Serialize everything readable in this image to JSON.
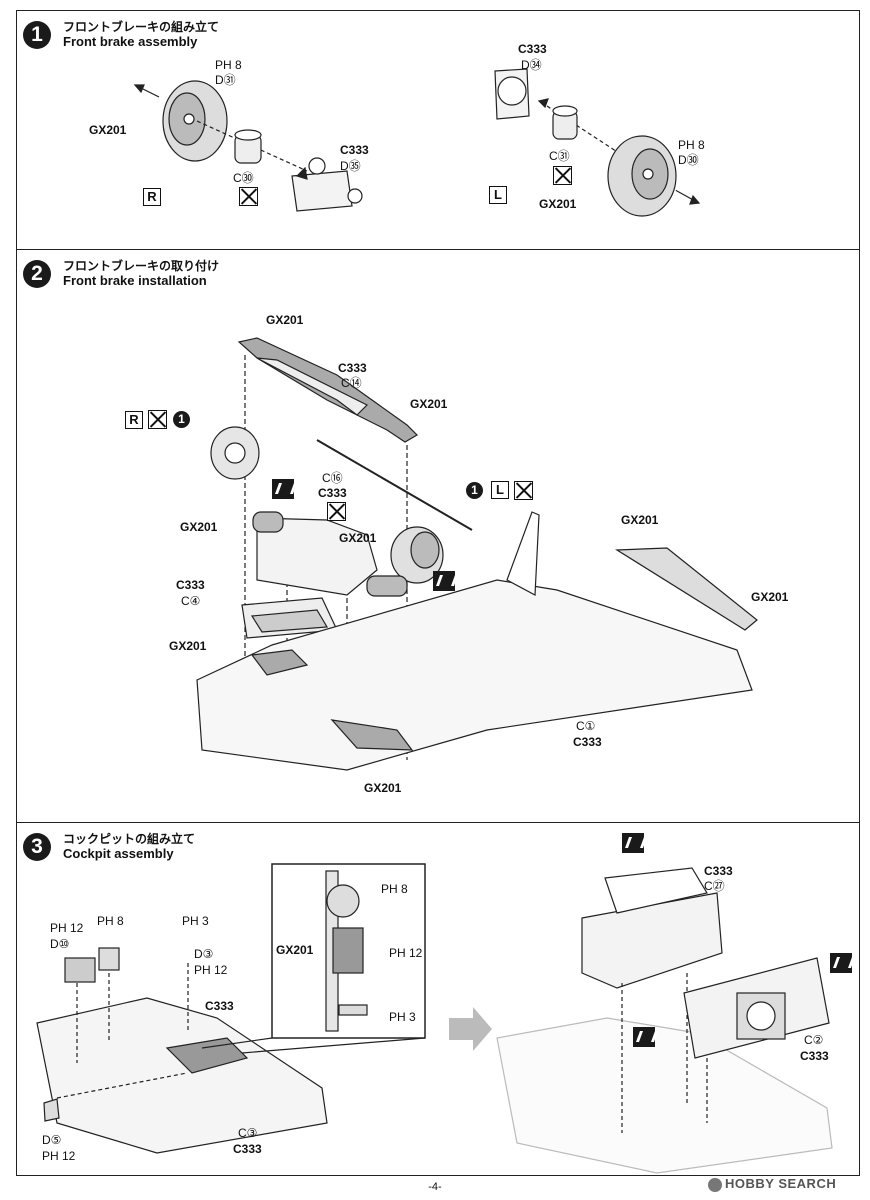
{
  "steps": [
    {
      "number": "1",
      "title_jp": "フロントブレーキの組み立て",
      "title_en": "Front brake assembly",
      "labels": {
        "r_ph": "PH 8",
        "r_d31": "D㉛",
        "r_gx": "GX201",
        "r_c30": "C㉚",
        "r_c333": "C333",
        "r_d35": "D㉟",
        "r_side": "R",
        "l_c333": "C333",
        "l_d34": "D㉞",
        "l_c31": "C㉛",
        "l_ph": "PH 8",
        "l_d30": "D㉚",
        "l_gx": "GX201",
        "l_side": "L"
      }
    },
    {
      "number": "2",
      "title_jp": "フロントブレーキの取り付け",
      "title_en": "Front brake installation",
      "labels": {
        "gx_top": "GX201",
        "c333_a": "C333",
        "c14": "C⑭",
        "gx_right_arm": "GX201",
        "r_side": "R",
        "ref1_r": "1",
        "c16": "C⑯",
        "c333_b": "C333",
        "ref1_l": "1",
        "l_side": "L",
        "gx_left_tie": "GX201",
        "gx_mid": "GX201",
        "c333_c": "C333",
        "c4": "C④",
        "gx_lower_left": "GX201",
        "gx_bottom": "GX201",
        "gx_chassis_right1": "GX201",
        "gx_chassis_right2": "GX201",
        "c1": "C①",
        "c333_d": "C333"
      }
    },
    {
      "number": "3",
      "title_jp": "コックピットの組み立て",
      "title_en": "Cockpit assembly",
      "labels": {
        "ph12_a": "PH 12",
        "d10": "D⑩",
        "ph8_a": "PH 8",
        "ph3_a": "PH 3",
        "d3": "D③",
        "ph12_b": "PH 12",
        "c333_a": "C333",
        "d5": "D⑤",
        "ph12_c": "PH 12",
        "c3": "C③",
        "c333_b": "C333",
        "inset_ph8": "PH 8",
        "inset_gx": "GX201",
        "inset_ph12": "PH 12",
        "inset_ph3": "PH 3",
        "c333_c": "C333",
        "c27": "C㉗",
        "c2": "C②",
        "c333_d": "C333"
      }
    }
  ],
  "page_number": "-4-",
  "watermark": "HOBBY SEARCH",
  "icons": [
    "glue-free-icon",
    "cement-icon",
    "step-reference-icon",
    "arrow-icon"
  ]
}
